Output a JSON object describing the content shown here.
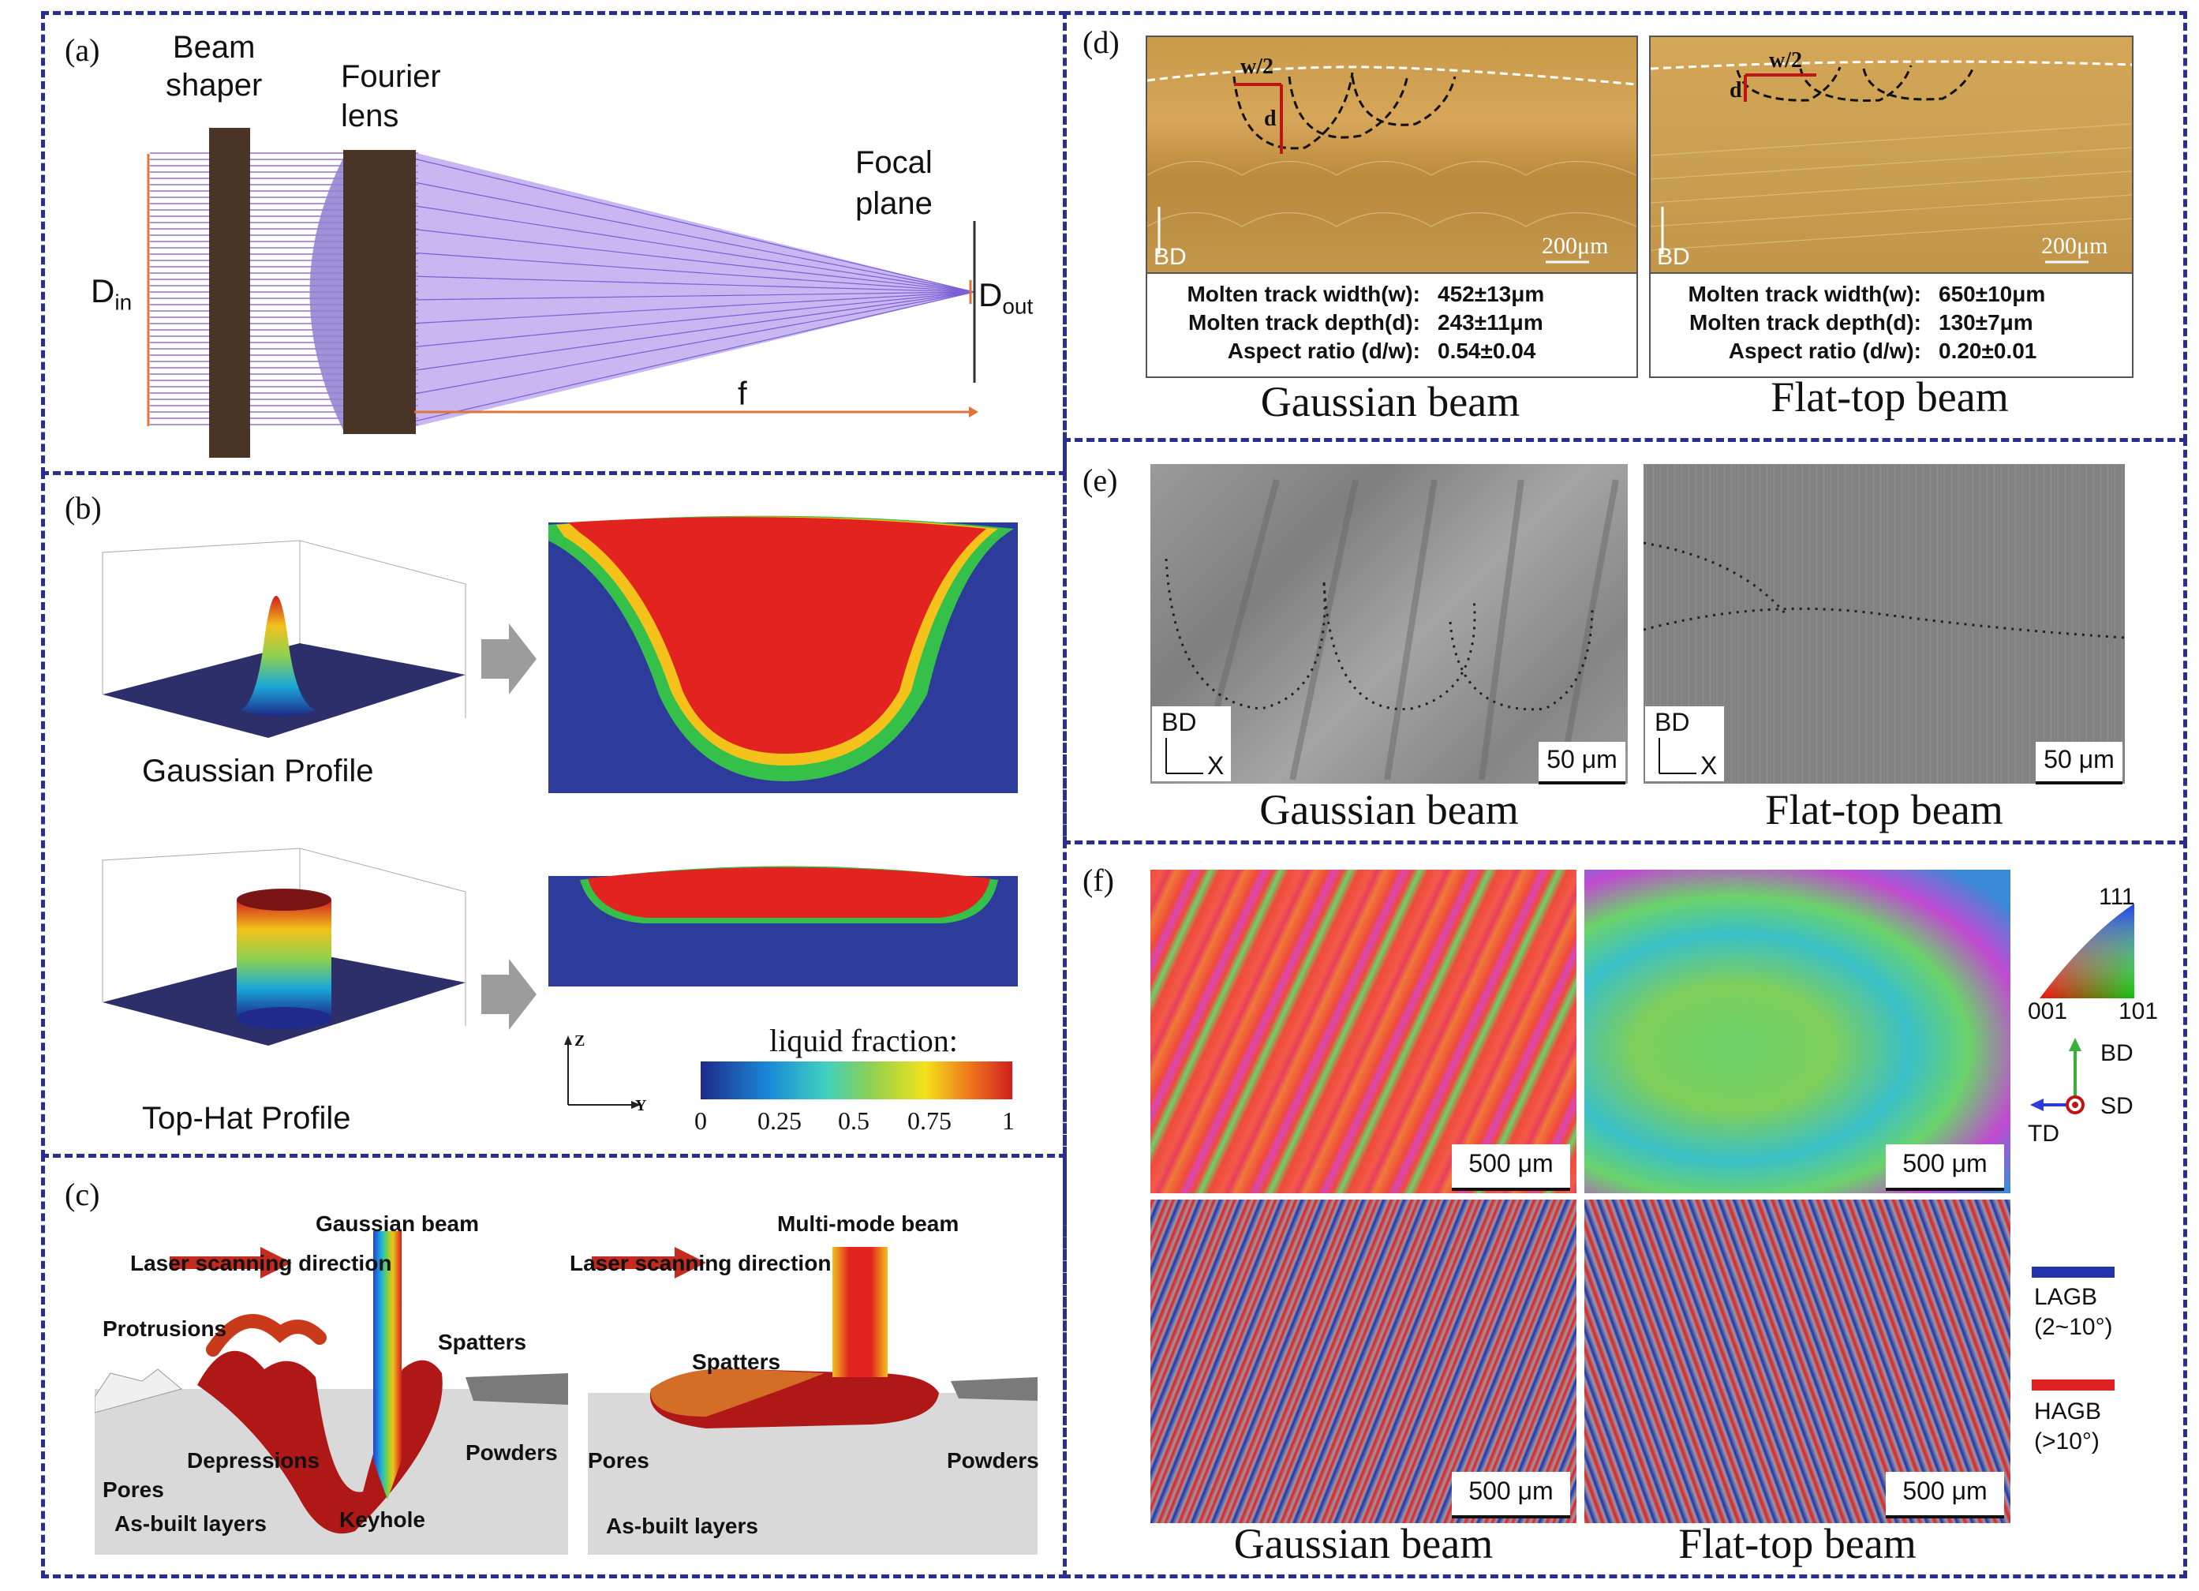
{
  "panel_labels": {
    "a": "(a)",
    "b": "(b)",
    "c": "(c)",
    "d": "(d)",
    "e": "(e)",
    "f": "(f)"
  },
  "a": {
    "beam_shaper": [
      "Beam",
      "shaper"
    ],
    "fourier_lens": [
      "Fourier",
      "lens"
    ],
    "focal_plane": [
      "Focal",
      "plane"
    ],
    "d_in": "D",
    "d_in_sub": "in",
    "d_out": "D",
    "d_out_sub": "out",
    "f": "f"
  },
  "b": {
    "gaussian_profile": "Gaussian Profile",
    "tophat_profile": "Top-Hat Profile",
    "liquid_fraction": "liquid fraction:",
    "ticks": [
      "0",
      "0.25",
      "0.5",
      "0.75",
      "1"
    ],
    "axis_z": "Z",
    "axis_y": "Y"
  },
  "c": {
    "gaussian_beam": "Gaussian beam",
    "multimode_beam": "Multi-mode beam",
    "scan_dir": "Laser scanning direction",
    "protrusions": "Protrusions",
    "spatters": "Spatters",
    "depressions": "Depressions",
    "pores": "Pores",
    "powders": "Powders",
    "keyhole": "Keyhole",
    "asbuilt": "As-built layers"
  },
  "d": {
    "w2": "w/2",
    "d": "d",
    "bd": "BD",
    "scale": "200μm",
    "left": {
      "rows": [
        [
          "Molten track width(w):",
          "452±13μm"
        ],
        [
          "Molten track depth(d):",
          "243±11μm"
        ],
        [
          "Aspect ratio (d/w):",
          "0.54±0.04"
        ]
      ],
      "caption": "Gaussian beam"
    },
    "right": {
      "rows": [
        [
          "Molten track width(w):",
          "650±10μm"
        ],
        [
          "Molten track depth(d):",
          "130±7μm"
        ],
        [
          "Aspect ratio (d/w):",
          "0.20±0.01"
        ]
      ],
      "caption": "Flat-top beam"
    }
  },
  "e": {
    "bd": "BD",
    "x": "X",
    "scale": "50 μm",
    "left_caption": "Gaussian beam",
    "right_caption": "Flat-top beam"
  },
  "f": {
    "scale": "500 μm",
    "ipf": {
      "top": "111",
      "left": "001",
      "right": "101"
    },
    "axes": {
      "bd": "BD",
      "sd": "SD",
      "td": "TD"
    },
    "lagb": [
      "LAGB",
      "(2~10°)"
    ],
    "hagb": [
      "HAGB",
      "(>10°)"
    ],
    "left_caption": "Gaussian beam",
    "right_caption": "Flat-top beam",
    "colors": {
      "lagb": "#2233aa",
      "hagb": "#e02020"
    }
  }
}
